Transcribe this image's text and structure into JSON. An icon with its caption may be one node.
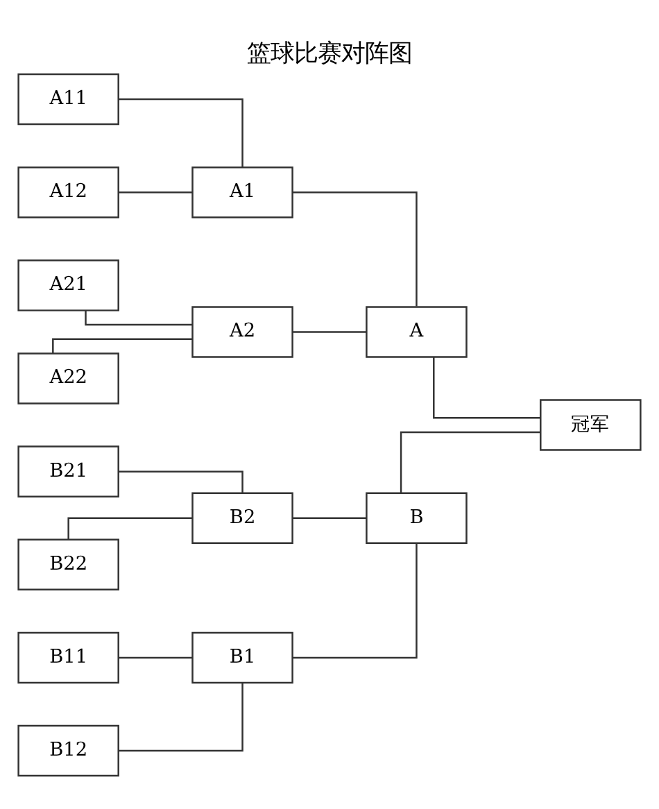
{
  "diagram": {
    "title": "篮球比赛对阵图",
    "nodes": [
      {
        "text": [
          "A11"
        ]
      },
      {
        "text": [
          "A12"
        ]
      },
      {
        "text": [
          "A21"
        ]
      },
      {
        "text": [
          "A22"
        ]
      },
      {
        "text": [
          "B11"
        ]
      },
      {
        "text": [
          "B12"
        ]
      },
      {
        "text": [
          "B21"
        ]
      },
      {
        "text": [
          "B22"
        ]
      },
      {
        "text": [
          "A1"
        ]
      },
      {
        "text": [
          "A2"
        ]
      },
      {
        "text": [
          "B1"
        ]
      },
      {
        "text": [
          "B2"
        ]
      },
      {
        "text": [
          "A"
        ]
      },
      {
        "text": [
          "B"
        ]
      },
      {
        "text": [
          "冠军"
        ]
      }
    ],
    "edges": [
      {
        "from": 0,
        "to": 8,
        "arrow": "none"
      },
      {
        "from": 1,
        "to": 8,
        "arrow": "none"
      },
      {
        "from": 2,
        "to": 9,
        "arrow": "none"
      },
      {
        "from": 3,
        "to": 9,
        "arrow": "none"
      },
      {
        "from": 4,
        "to": 10,
        "arrow": "none"
      },
      {
        "from": 5,
        "to": 10,
        "arrow": "none"
      },
      {
        "from": 6,
        "to": 11,
        "arrow": "none"
      },
      {
        "from": 7,
        "to": 11,
        "arrow": "none"
      },
      {
        "from": 8,
        "to": 12,
        "arrow": "none"
      },
      {
        "from": 9,
        "to": 12,
        "arrow": "none"
      },
      {
        "from": 10,
        "to": 13,
        "arrow": "none"
      },
      {
        "from": 11,
        "to": 13,
        "arrow": "none"
      },
      {
        "from": 12,
        "to": 14,
        "arrow": "none"
      },
      {
        "from": 13,
        "to": 14,
        "arrow": "none"
      }
    ]
  }
}
